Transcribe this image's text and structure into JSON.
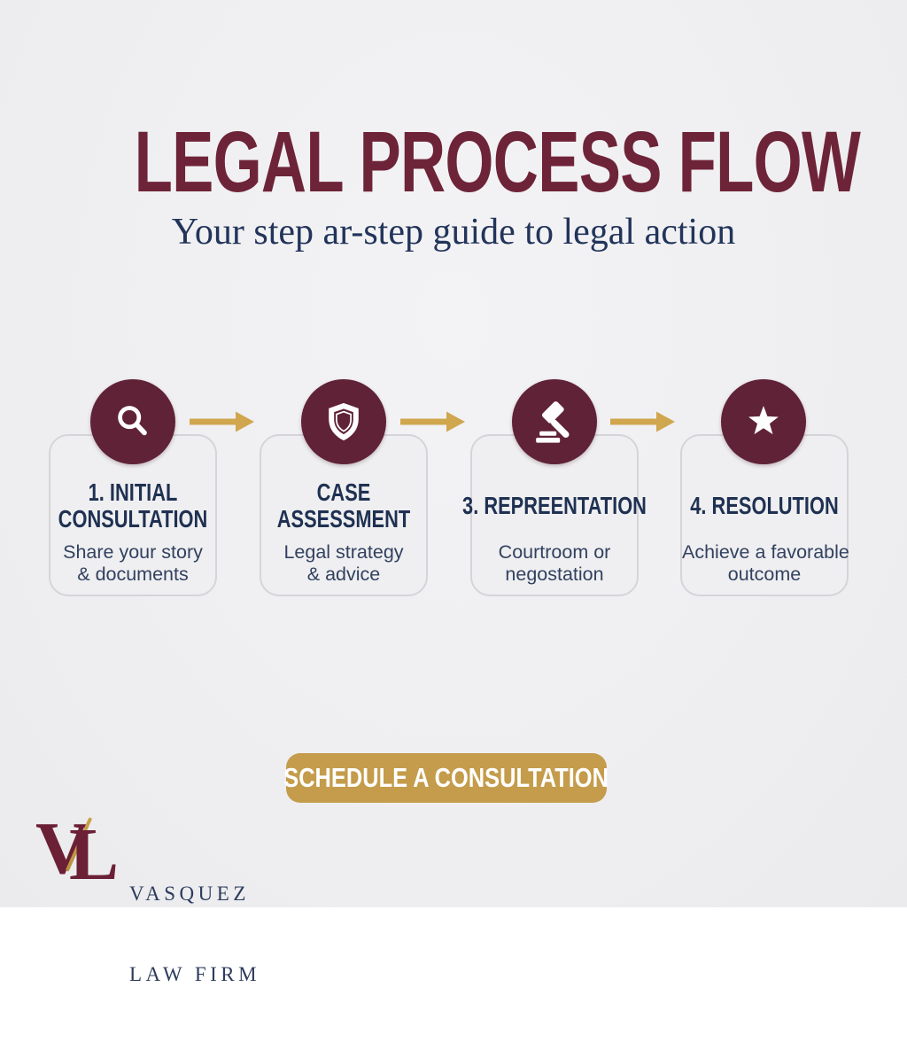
{
  "header": {
    "title": "LEGAL PROCESS FLOW",
    "subtitle": "Your step ar-step guide to legal action"
  },
  "steps": [
    {
      "icon": "magnifier-icon",
      "title": "1. INITIAL\nCONSULTATION",
      "description": "Share your story\n& documents"
    },
    {
      "icon": "shield-icon",
      "title": "CASE\nASSESSMENT",
      "description": "Legal strategy\n& advice"
    },
    {
      "icon": "gavel-icon",
      "title": "3. REPREENTATION",
      "description": "Courtroom or\nnegostation"
    },
    {
      "icon": "star-icon",
      "title": "4. RESOLUTION",
      "description": "Achieve a favorable\noutcome"
    }
  ],
  "cta": {
    "label": "SCHEDULE A CONSULTATION"
  },
  "logo": {
    "monogram_v": "V",
    "monogram_l": "L",
    "firm_name_line1": "VASQUEZ",
    "firm_name_line2": "LAW FIRM"
  },
  "colors": {
    "title_maroon": "#6E2438",
    "circle_burgundy": "#602236",
    "heading_navy": "#1F3152",
    "body_navy": "#32415F",
    "arrow_gold": "#D0A64E",
    "button_gold": "#C49C4B",
    "card_border": "#D5D5D9",
    "background": "#EFEFF1"
  }
}
